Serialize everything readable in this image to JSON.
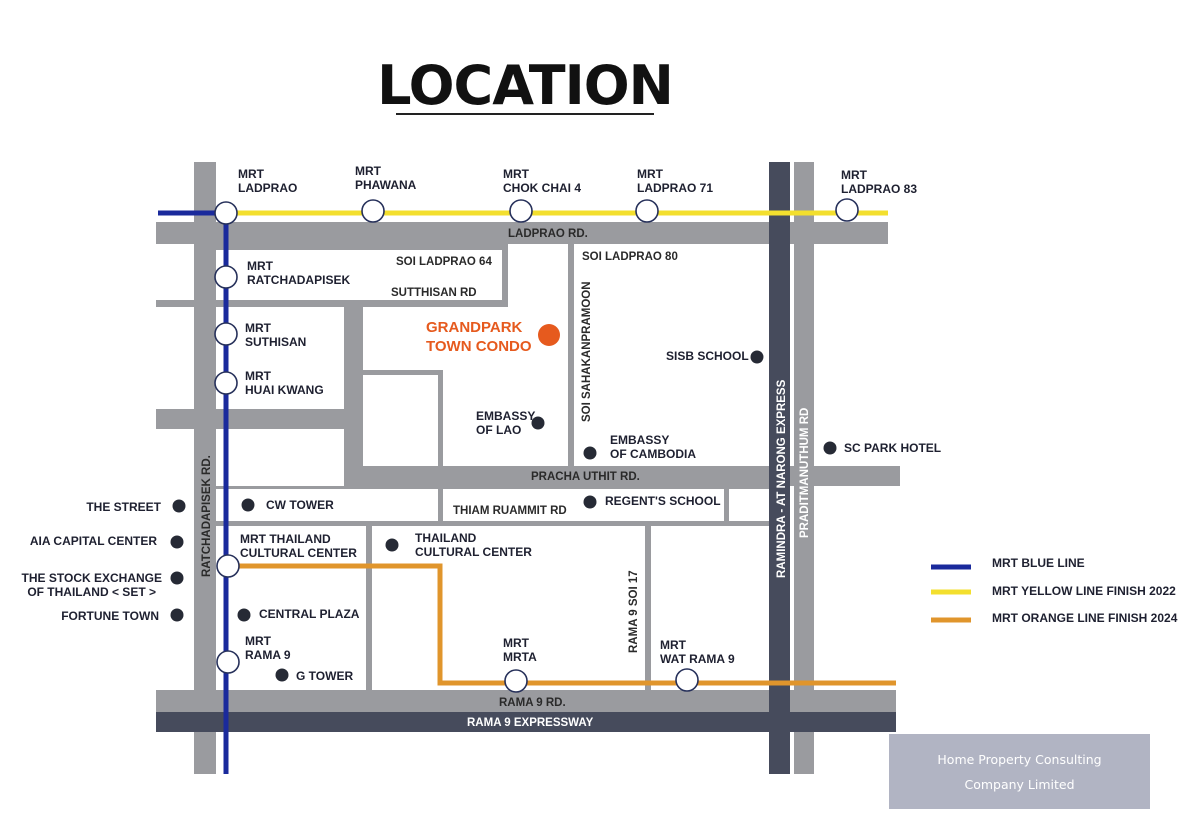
{
  "title": "LOCATION",
  "colors": {
    "road": "#9a9b9f",
    "road_dark": "#464b5c",
    "blue_line": "#1a2a9c",
    "yellow_line": "#f3df2e",
    "orange_line": "#e0952c",
    "highlight": "#e65a1e",
    "poi_dot": "#262a35"
  },
  "roads": {
    "ladprao": "LADPRAO RD.",
    "soi_ladprao_64": "SOI LADPRAO 64",
    "sutthisan": "SUTTHISAN RD",
    "soi_ladprao_80": "SOI LADPRAO 80",
    "soi_sahakanpramoon": "SOI SAHAKANPRAMOON",
    "pracha_uthit": "PRACHA UTHIT RD.",
    "thiam_ruammit": "THIAM RUAMMIT RD",
    "ratchadapisek": "RATCHADAPISEK RD.",
    "ramindra": "RAMINDRA - AT NARONG EXPRESS",
    "praditmanuthum": "PRADITMANUTHUM RD",
    "rama9_soi17": "RAMA 9 SOI 17",
    "rama9": "RAMA 9 RD.",
    "rama9_expressway": "RAMA 9 EXPRESSWAY"
  },
  "stations": {
    "ladprao": [
      "MRT",
      "LADPRAO"
    ],
    "phawana": [
      "MRT",
      "PHAWANA"
    ],
    "chokchai4": [
      "MRT",
      "CHOK CHAI 4"
    ],
    "ladprao71": [
      "MRT",
      "LADPRAO 71"
    ],
    "ladprao83": [
      "MRT",
      "LADPRAO 83"
    ],
    "ratchadapisek": [
      "MRT",
      "RATCHADAPISEK"
    ],
    "suthisan": [
      "MRT",
      "SUTHISAN"
    ],
    "huaikwang": [
      "MRT",
      "HUAI KWANG"
    ],
    "thailand_cc": [
      "MRT THAILAND",
      "CULTURAL CENTER"
    ],
    "rama9": [
      "MRT",
      "RAMA 9"
    ],
    "mrta": [
      "MRT",
      "MRTA"
    ],
    "watrama9": [
      "MRT",
      "WAT RAMA 9"
    ]
  },
  "project": [
    "GRANDPARK",
    "TOWN CONDO"
  ],
  "pois": {
    "sisb": "SISB  SCHOOL",
    "embassy_lao": [
      "EMBASSY",
      "OF LAO"
    ],
    "embassy_cambodia": [
      "EMBASSY",
      "OF CAMBODIA"
    ],
    "sc_park": "SC PARK HOTEL",
    "regents": "REGENT'S SCHOOL",
    "cw_tower": "CW TOWER",
    "the_street": "THE STREET",
    "aia": "AIA CAPITAL CENTER",
    "set": [
      "THE STOCK EXCHANGE",
      "OF THAILAND < SET >"
    ],
    "fortune": "FORTUNE TOWN",
    "central": "CENTRAL PLAZA",
    "gtower": "G TOWER",
    "thailand_cc": [
      "THAILAND",
      "CULTURAL CENTER"
    ]
  },
  "legend": {
    "blue": "MRT BLUE LINE",
    "yellow": "MRT YELLOW LINE  FINISH 2022",
    "orange": "MRT ORANGE LINE FINISH  2024"
  },
  "watermark": [
    "Home Property Consulting",
    "Company Limited"
  ]
}
